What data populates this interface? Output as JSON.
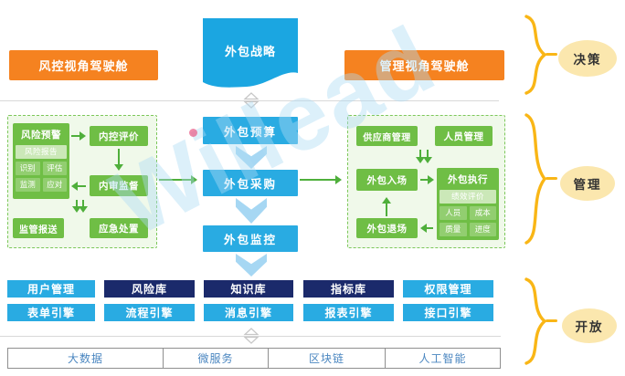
{
  "watermark": {
    "text": "Willead"
  },
  "decision": {
    "left_banner": "风控视角驾驶舱",
    "flag": "外包战略",
    "right_banner": "管理视角驾驶舱",
    "brace_label": "决策"
  },
  "mgmt": {
    "brace_label": "管理",
    "risk": {
      "warning_title": "风险预警",
      "report": "风险报告",
      "tags": [
        "识别",
        "评估",
        "监测",
        "应对"
      ],
      "eval": "内控评价",
      "audit": "内审监督",
      "report_submit": "监管报送",
      "emergency": "应急处置"
    },
    "process": [
      "外包预算",
      "外包采购",
      "外包监控"
    ],
    "manage": {
      "supplier": "供应商管理",
      "personnel": "人员管理",
      "entry": "外包入场",
      "exec_title": "外包执行",
      "exec_eval": "绩效评价",
      "exec_tags": [
        "人员",
        "成本",
        "质量",
        "进度"
      ],
      "exit": "外包退场"
    }
  },
  "open": {
    "brace_label": "开放",
    "row1": [
      "用户管理",
      "风险库",
      "知识库",
      "指标库",
      "权限管理"
    ],
    "row2": [
      "表单引擎",
      "流程引擎",
      "消息引擎",
      "报表引擎",
      "接口引擎"
    ],
    "tech": [
      "大数据",
      "微服务",
      "区块链",
      "人工智能"
    ]
  },
  "colors": {
    "orange": "#F58220",
    "sky_blue": "#29ABE2",
    "navy": "#1B2A6B",
    "green": "#6FBE45",
    "panel_green": "#F0F9EA",
    "brace_yellow": "#F9B616",
    "label_cream": "#FBE7AE"
  }
}
